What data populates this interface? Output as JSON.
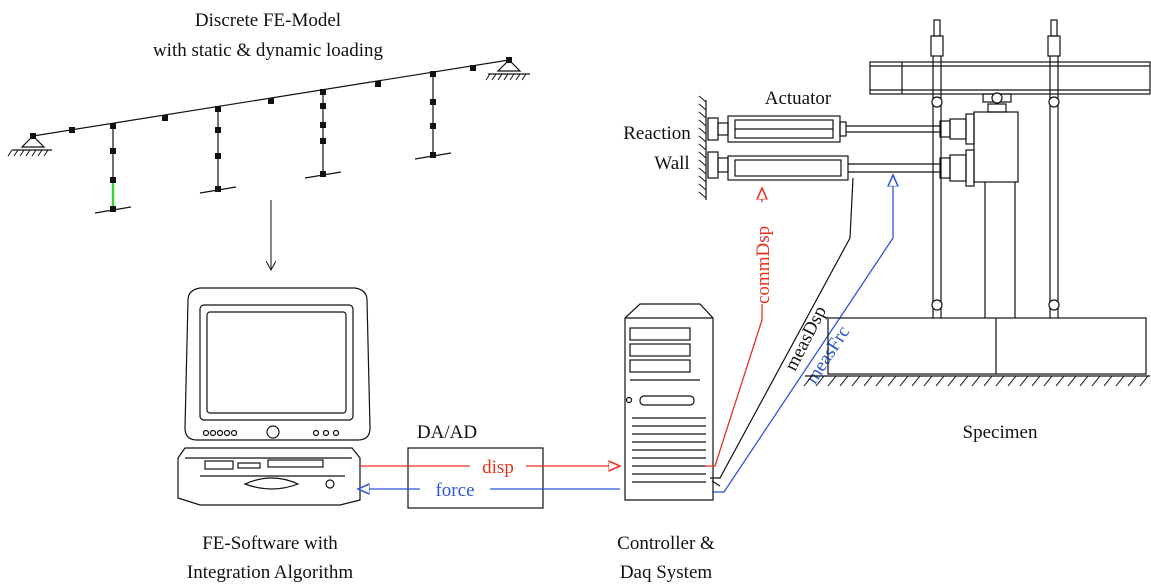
{
  "labels": {
    "fe_model_line1": "Discrete FE-Model",
    "fe_model_line2": "with static & dynamic loading",
    "actuator": "Actuator",
    "reaction_wall_line1": "Reaction",
    "reaction_wall_line2": "Wall",
    "daad": "DA/AD",
    "disp": "disp",
    "force": "force",
    "comm_dsp": "commDsp",
    "meas_dsp": "measDsp",
    "meas_frc": "measFrc",
    "specimen": "Specimen",
    "fe_software_line1": "FE-Software with",
    "fe_software_line2": "Integration Algorithm",
    "controller_line1": "Controller &",
    "controller_line2": "Daq System"
  },
  "colors": {
    "command": "#e8321e",
    "feedback": "#2b55d8",
    "member_highlight": "#3ad23a"
  }
}
